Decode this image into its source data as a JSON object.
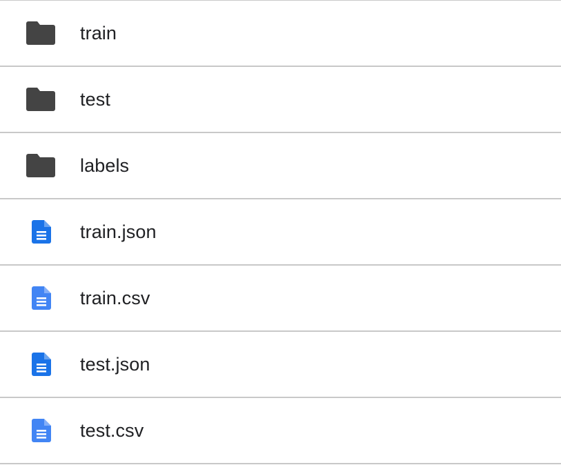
{
  "files": [
    {
      "name": "train",
      "type": "folder",
      "icon": "folder-icon",
      "color": "#444444"
    },
    {
      "name": "test",
      "type": "folder",
      "icon": "folder-icon",
      "color": "#444444"
    },
    {
      "name": "labels",
      "type": "folder",
      "icon": "folder-icon",
      "color": "#444444"
    },
    {
      "name": "train.json",
      "type": "document",
      "icon": "document-icon",
      "color": "#1a73e8"
    },
    {
      "name": "train.csv",
      "type": "document",
      "icon": "document-icon",
      "color": "#4285f4"
    },
    {
      "name": "test.json",
      "type": "document",
      "icon": "document-icon",
      "color": "#1a73e8"
    },
    {
      "name": "test.csv",
      "type": "document",
      "icon": "document-icon",
      "color": "#4285f4"
    }
  ]
}
